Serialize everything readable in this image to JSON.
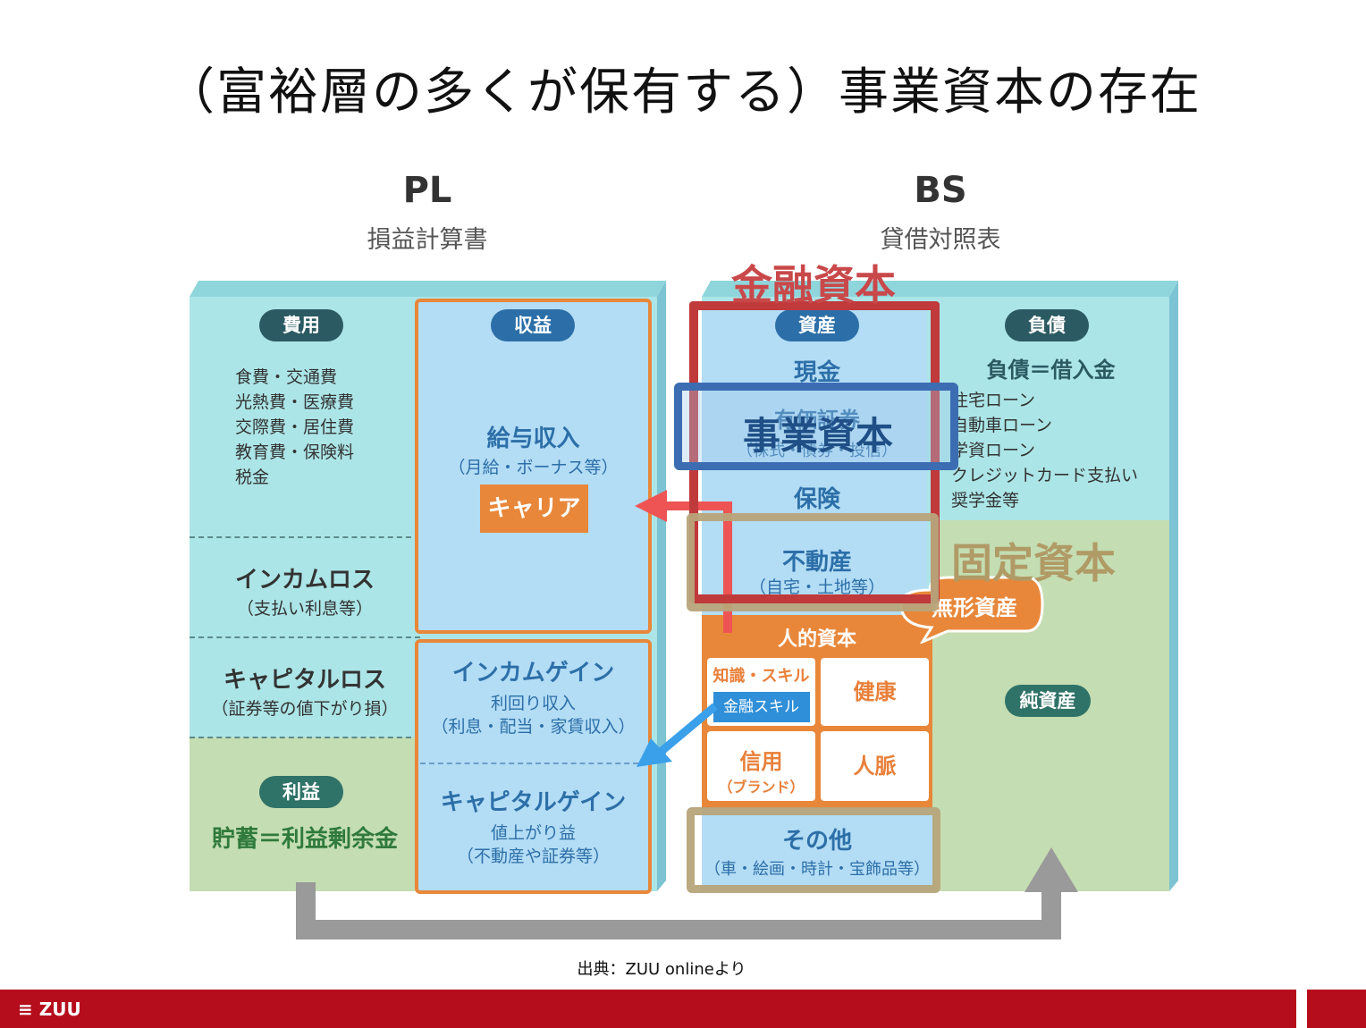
{
  "title": "（富裕層の多くが保有する）事業資本の存在",
  "pl": {
    "title": "PL",
    "subtitle": "損益計算書"
  },
  "bs": {
    "title": "BS",
    "subtitle": "貸借対照表"
  },
  "expenses": {
    "label": "費用",
    "items": [
      "食費・交通費",
      "光熱費・医療費",
      "交際費・居住費",
      "教育費・保険料",
      "税金"
    ]
  },
  "income_loss": {
    "title": "インカムロス",
    "sub": "（支払い利息等）"
  },
  "capital_loss": {
    "title": "キャピタルロス",
    "sub": "（証券等の値下がり損）"
  },
  "profit": {
    "label": "利益",
    "text": "貯蓄＝利益剰余金"
  },
  "revenue": {
    "label": "収益",
    "title": "給与収入",
    "sub": "（月給・ボーナス等）",
    "career": "キャリア"
  },
  "income_gain": {
    "title": "インカムゲイン",
    "sub1": "利回り収入",
    "sub2": "（利息・配当・家賃収入）"
  },
  "capital_gain": {
    "title": "キャピタルゲイン",
    "sub1": "値上がり益",
    "sub2": "（不動産や証券等）"
  },
  "assets": {
    "label": "資産",
    "cash": "現金",
    "securities": "有価証券",
    "securities_sub": "（株式・債券・投信）",
    "insurance": "保険",
    "real_estate": "不動産",
    "real_estate_sub": "（自宅・土地等）"
  },
  "human_capital": {
    "title": "人的資本",
    "knowledge": "知識・スキル",
    "fin_skill": "金融スキル",
    "health": "健康",
    "trust": "信用",
    "brand": "（ブランド）",
    "network": "人脈"
  },
  "other": {
    "title": "その他",
    "sub": "（車・絵画・時計・宝飾品等）"
  },
  "liabilities": {
    "label": "負債",
    "title": "負債＝借入金",
    "items": [
      "住宅ローン",
      "自動車ローン",
      "学資ローン",
      "クレジットカード支払い",
      "奨学金等"
    ]
  },
  "net_assets": {
    "label": "純資産"
  },
  "intangible": "無形資産",
  "overlays": {
    "financial": "金融資本",
    "business": "事業資本",
    "fixed": "固定資本"
  },
  "source": "出典：ZUU onlineより",
  "logo": "ZUU",
  "colors": {
    "financial": "#c0393b",
    "business": "#3c6db3",
    "fixed": "#b7a47a",
    "orange": "#e8873a"
  }
}
